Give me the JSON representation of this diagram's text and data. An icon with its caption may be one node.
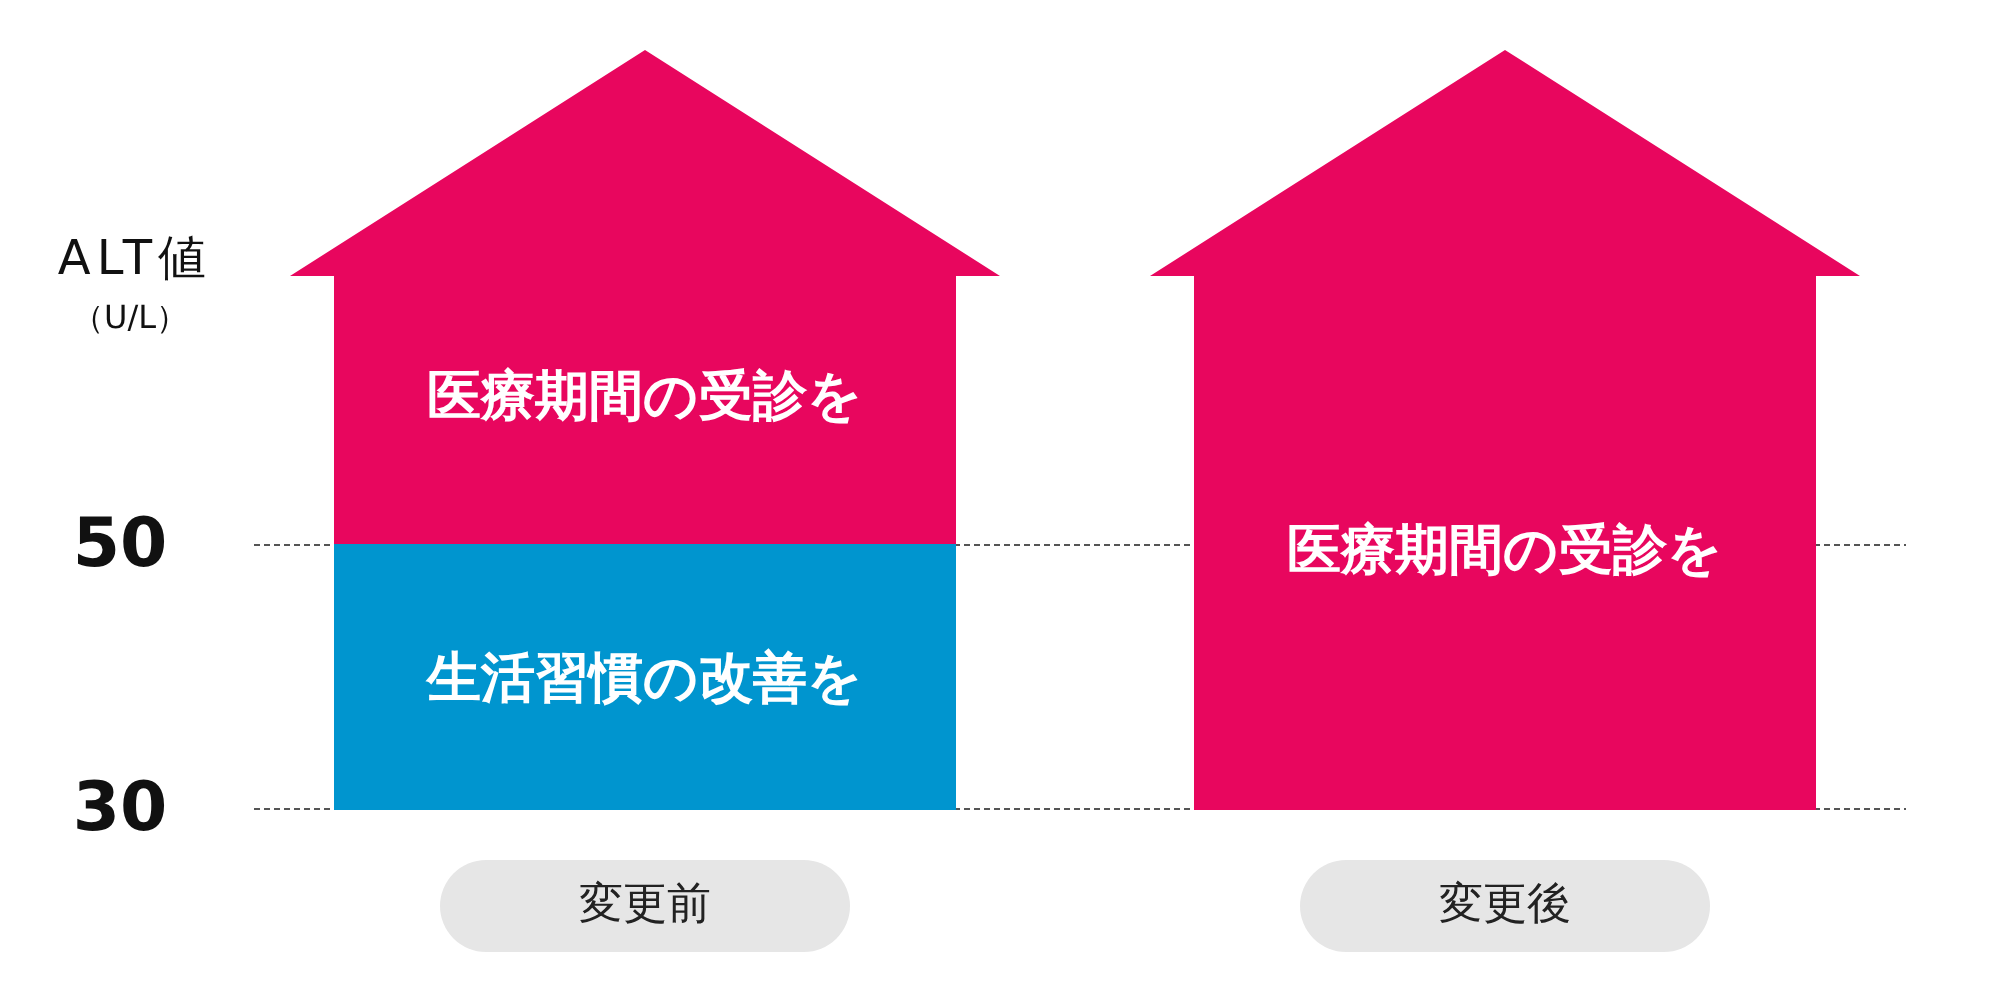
{
  "diagram": {
    "nodes": [
      {
        "text": [
          "医療期間の受診を"
        ]
      },
      {
        "text": [
          "生活習慣の改善を"
        ]
      },
      {
        "text": [
          "医療期間の受診を"
        ]
      },
      {
        "text": [
          "変更前"
        ]
      },
      {
        "text": [
          "変更後"
        ]
      }
    ],
    "labels": [
      "ALT値",
      "（U/L）",
      "50",
      "30"
    ]
  }
}
